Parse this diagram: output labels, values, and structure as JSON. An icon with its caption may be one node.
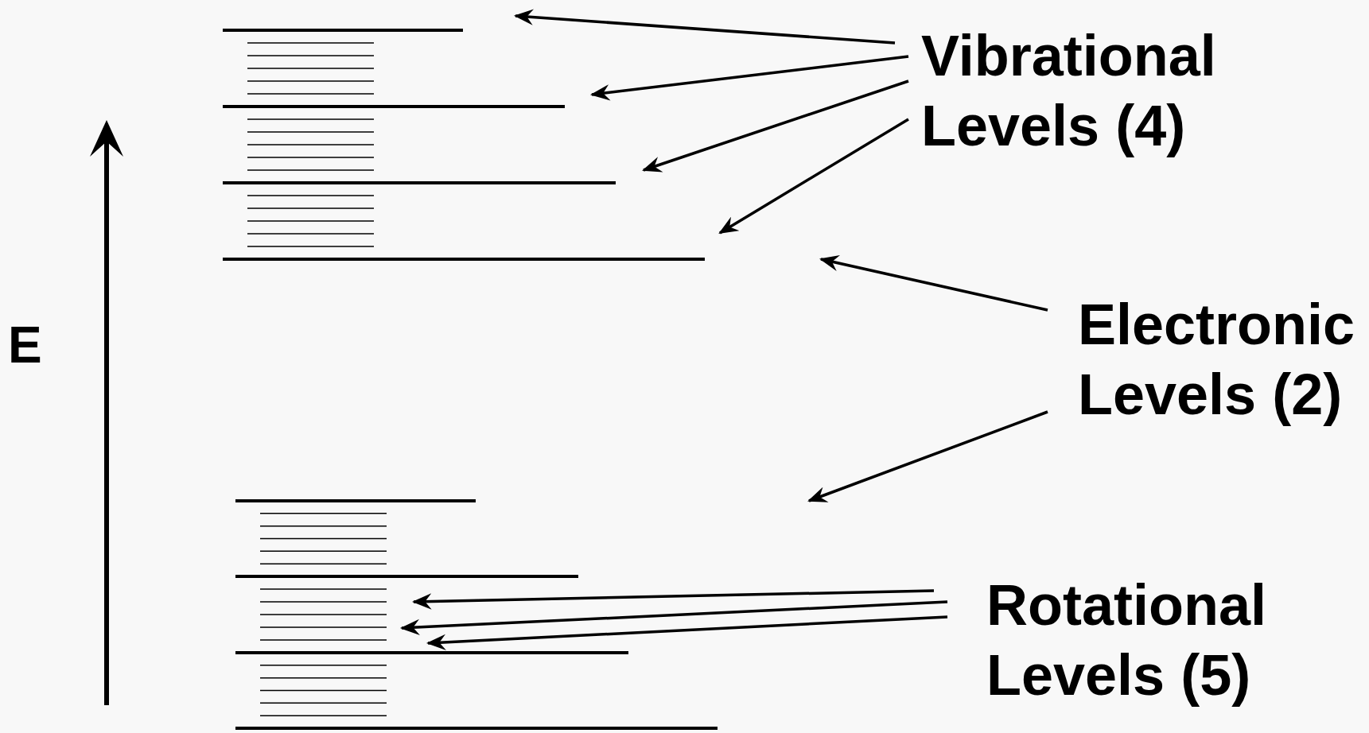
{
  "diagram": {
    "nodes": [
      {
        "text": [
          "Vibrational Levels (4)"
        ]
      },
      {
        "text": [
          "Electronic Levels (2)"
        ]
      },
      {
        "text": [
          "Rotational Levels (5)"
        ]
      }
    ],
    "edges": [
      {
        "from": 0,
        "to": null,
        "arrow": "to"
      },
      {
        "from": 0,
        "to": null,
        "arrow": "to"
      },
      {
        "from": 0,
        "to": null,
        "arrow": "to"
      },
      {
        "from": 0,
        "to": null,
        "arrow": "to"
      },
      {
        "from": 1,
        "to": null,
        "arrow": "to"
      },
      {
        "from": 1,
        "to": null,
        "arrow": "to"
      },
      {
        "from": 2,
        "to": null,
        "arrow": "to"
      },
      {
        "from": 2,
        "to": null,
        "arrow": "to"
      },
      {
        "from": 2,
        "to": null,
        "arrow": "to"
      }
    ],
    "labels": [
      "E"
    ]
  }
}
